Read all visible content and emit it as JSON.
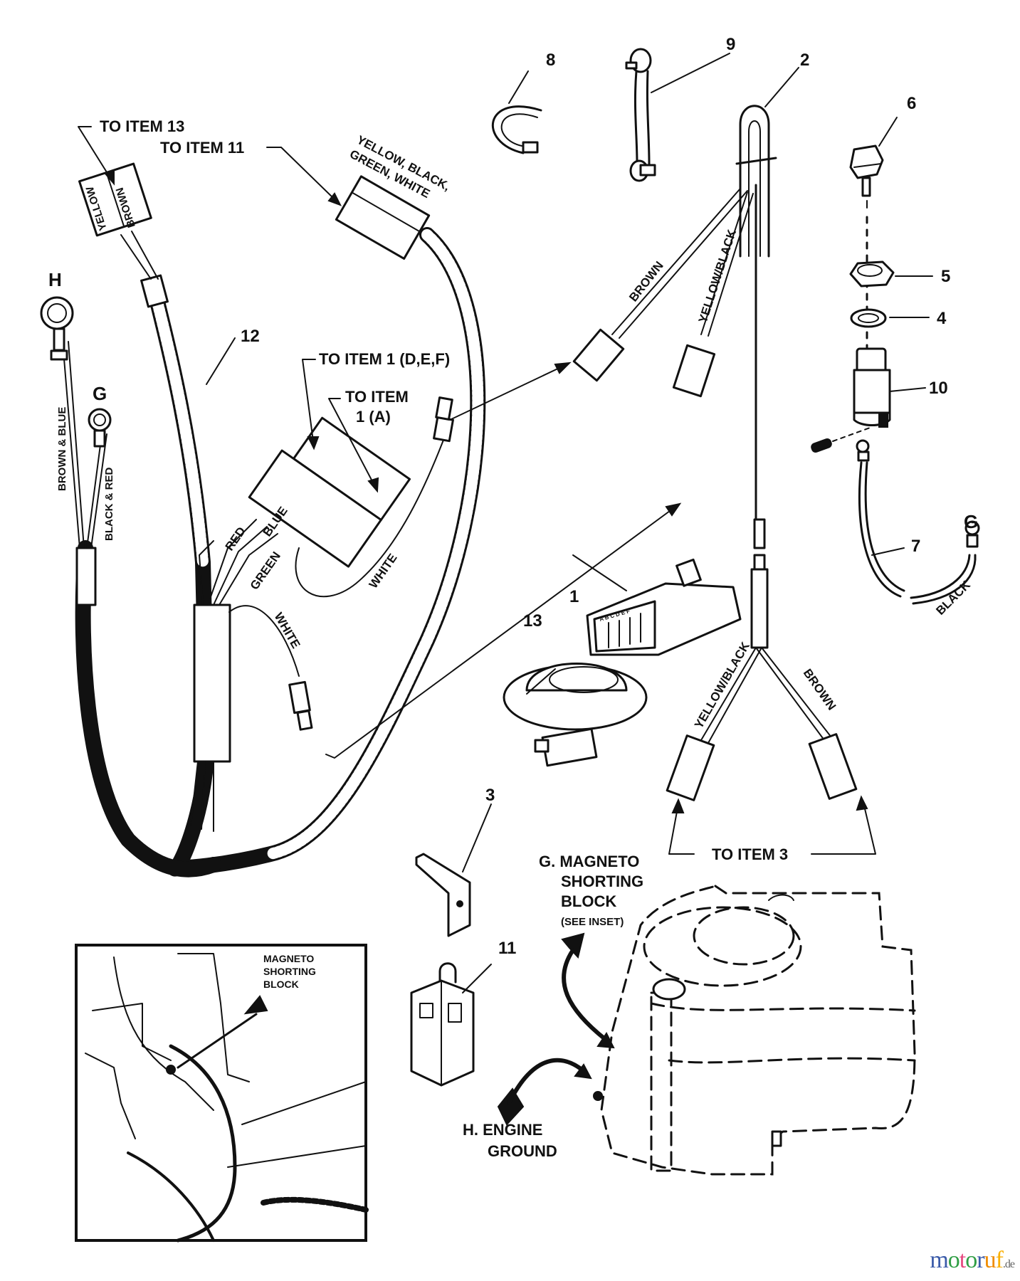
{
  "diagram": {
    "title": "Wiring Harness Parts Diagram",
    "callouts": {
      "to_item_13": "TO ITEM 13",
      "to_item_11": "TO ITEM 11",
      "to_item_1_def": "TO ITEM 1 (D,E,F)",
      "to_item_1a_line1": "TO ITEM",
      "to_item_1a_line2": "1 (A)",
      "to_item_3": "TO ITEM 3"
    },
    "wire_labels": {
      "yellow": "YELLOW",
      "brown": "BROWN",
      "connector11_line1": "YELLOW, BLACK,",
      "connector11_line2": "GREEN,  WHITE",
      "brown_blue": "BROWN & BLUE",
      "black_red": "BLACK & RED",
      "red": "RED",
      "blue": "BLUE",
      "green": "GREEN",
      "white_1": "WHITE",
      "white_2": "WHITE",
      "brown_upper": "BROWN",
      "yellow_black_upper": "YELLOW/BLACK",
      "yellow_black_lower": "YELLOW/BLACK",
      "brown_lower": "BROWN",
      "black": "BLACK"
    },
    "terminal_labels": {
      "h": "H",
      "g_left": "G",
      "g_right": "G"
    },
    "item_numbers": [
      "1",
      "2",
      "3",
      "4",
      "5",
      "6",
      "7",
      "8",
      "9",
      "10",
      "11",
      "12",
      "13"
    ],
    "connector_pins": "A B C D E F",
    "magneto": {
      "line1": "G. MAGNETO",
      "line2": "SHORTING",
      "line3": "BLOCK",
      "line4": "(SEE INSET)"
    },
    "engine_ground": {
      "line1": "H. ENGINE",
      "line2": "GROUND"
    },
    "inset": {
      "line1": "MAGNETO",
      "line2": "SHORTING",
      "line3": "BLOCK"
    }
  },
  "watermark": {
    "letters": [
      "m",
      "o",
      "t",
      "o",
      "r",
      "u",
      "f"
    ],
    "colors": [
      "#3b5ba9",
      "#2f9e44",
      "#e64980",
      "#2f9e44",
      "#3b5ba9",
      "#f08c00",
      "#fab005"
    ],
    "suffix": ".de"
  }
}
